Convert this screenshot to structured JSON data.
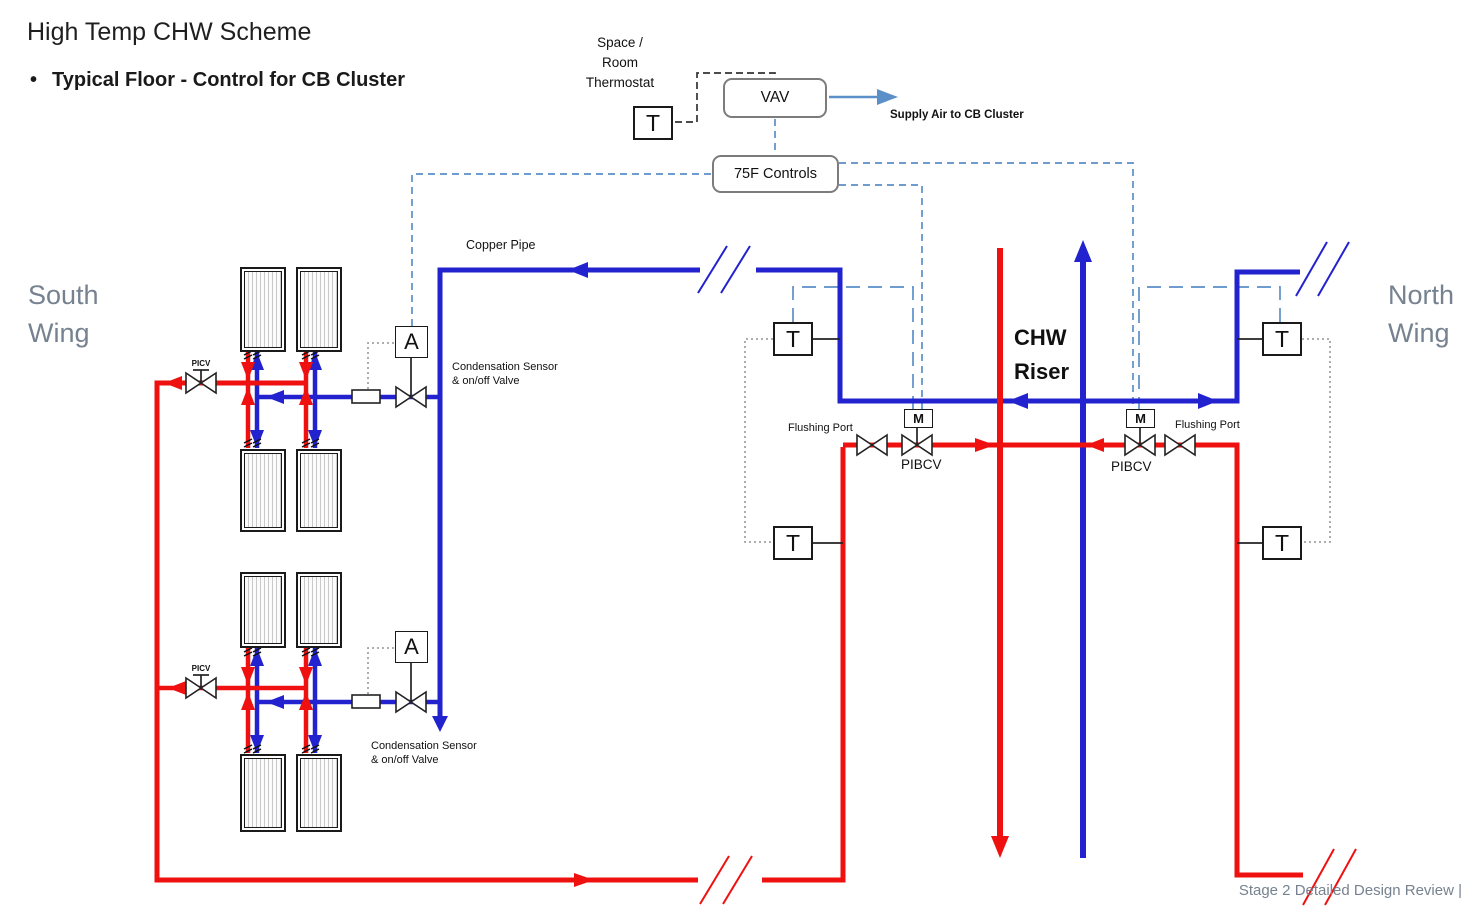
{
  "header": {
    "title": "High Temp CHW Scheme",
    "bullet_marker": "•",
    "bullet": "Typical Floor - Control for CB Cluster"
  },
  "airside": {
    "thermostat_label_line1": "Space /",
    "thermostat_label_line2": "Room",
    "thermostat_label_line3": "Thermostat",
    "vav_label": "VAV",
    "supply_air_label": "Supply Air to CB Cluster",
    "controls_label": "75F Controls"
  },
  "sensors": {
    "thermostat_letter": "T",
    "actuator_letter": "A",
    "motor_letter": "M"
  },
  "wings": {
    "south_line1": "South",
    "south_line2": "Wing",
    "north_line1": "North",
    "north_line2": "Wing"
  },
  "riser_label": {
    "line1": "CHW",
    "line2": "Riser"
  },
  "pipe_labels": {
    "copper_pipe": "Copper Pipe",
    "picv": "PICV",
    "condensation_line1": "Condensation Sensor",
    "condensation_line2": "& on/off Valve",
    "flushing_port": "Flushing Port",
    "pibcv": "PIBCV"
  },
  "footer": {
    "review_text": "Stage 2 Detailed Design Review |"
  },
  "colors": {
    "pipe_red": "#ef1010",
    "pipe_blue": "#2222cf",
    "control_dash": "#5b8fc7",
    "wire_gray": "#a3a3a3",
    "text_gray": "#76828f",
    "box_border_gray": "#7c7c7c",
    "line_black": "#222222"
  }
}
